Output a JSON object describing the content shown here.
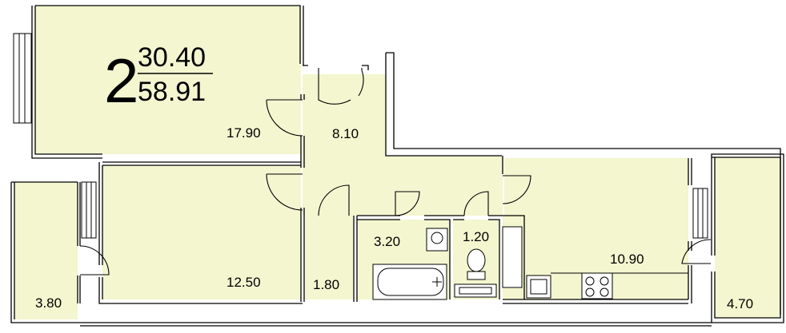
{
  "plan": {
    "room_count": "2",
    "living_area": "30.40",
    "total_area": "58.91"
  },
  "rooms": [
    {
      "id": "bedroom",
      "area": "17.90"
    },
    {
      "id": "hall",
      "area": "8.10"
    },
    {
      "id": "living-room",
      "area": "12.50"
    },
    {
      "id": "closet",
      "area": "1.80"
    },
    {
      "id": "bathroom",
      "area": "3.20"
    },
    {
      "id": "toilet",
      "area": "1.20"
    },
    {
      "id": "kitchen",
      "area": "10.90"
    },
    {
      "id": "loggia-left",
      "area": "3.80"
    },
    {
      "id": "loggia-right",
      "area": "4.70"
    }
  ],
  "colors": {
    "room_fill": "#f3f6cf",
    "wall": "#000000",
    "background": "#ffffff"
  },
  "icons": [
    "door-swing-icon",
    "window-icon",
    "bathtub-icon",
    "sink-icon",
    "toilet-icon",
    "stove-icon",
    "kitchen-sink-icon"
  ]
}
